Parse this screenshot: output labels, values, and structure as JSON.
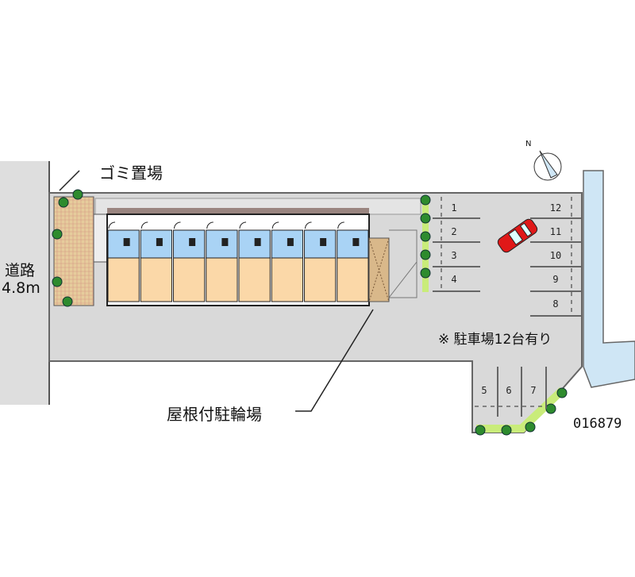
{
  "labels": {
    "garbage": "ゴミ置場",
    "road": "道路",
    "road_width": "4.8m",
    "bicycle_shed": "屋根付駐輪場",
    "parking_note": "※ 駐車場12台有り",
    "property_id": "016879",
    "north": "N"
  },
  "parking_spaces": [
    "1",
    "2",
    "3",
    "4",
    "5",
    "6",
    "7",
    "8",
    "9",
    "10",
    "11",
    "12"
  ],
  "building": {
    "units": 8
  },
  "colors": {
    "lot": "#d9d9d9",
    "road": "#dedede",
    "water": "#cfe6f5",
    "unit_top": "#a9d3f5",
    "unit_bottom": "#fbd8a8",
    "garbage": "#e6cc9c",
    "shed": "#d9b88a",
    "car": "#e01818",
    "tree": "#2e8b2e"
  }
}
